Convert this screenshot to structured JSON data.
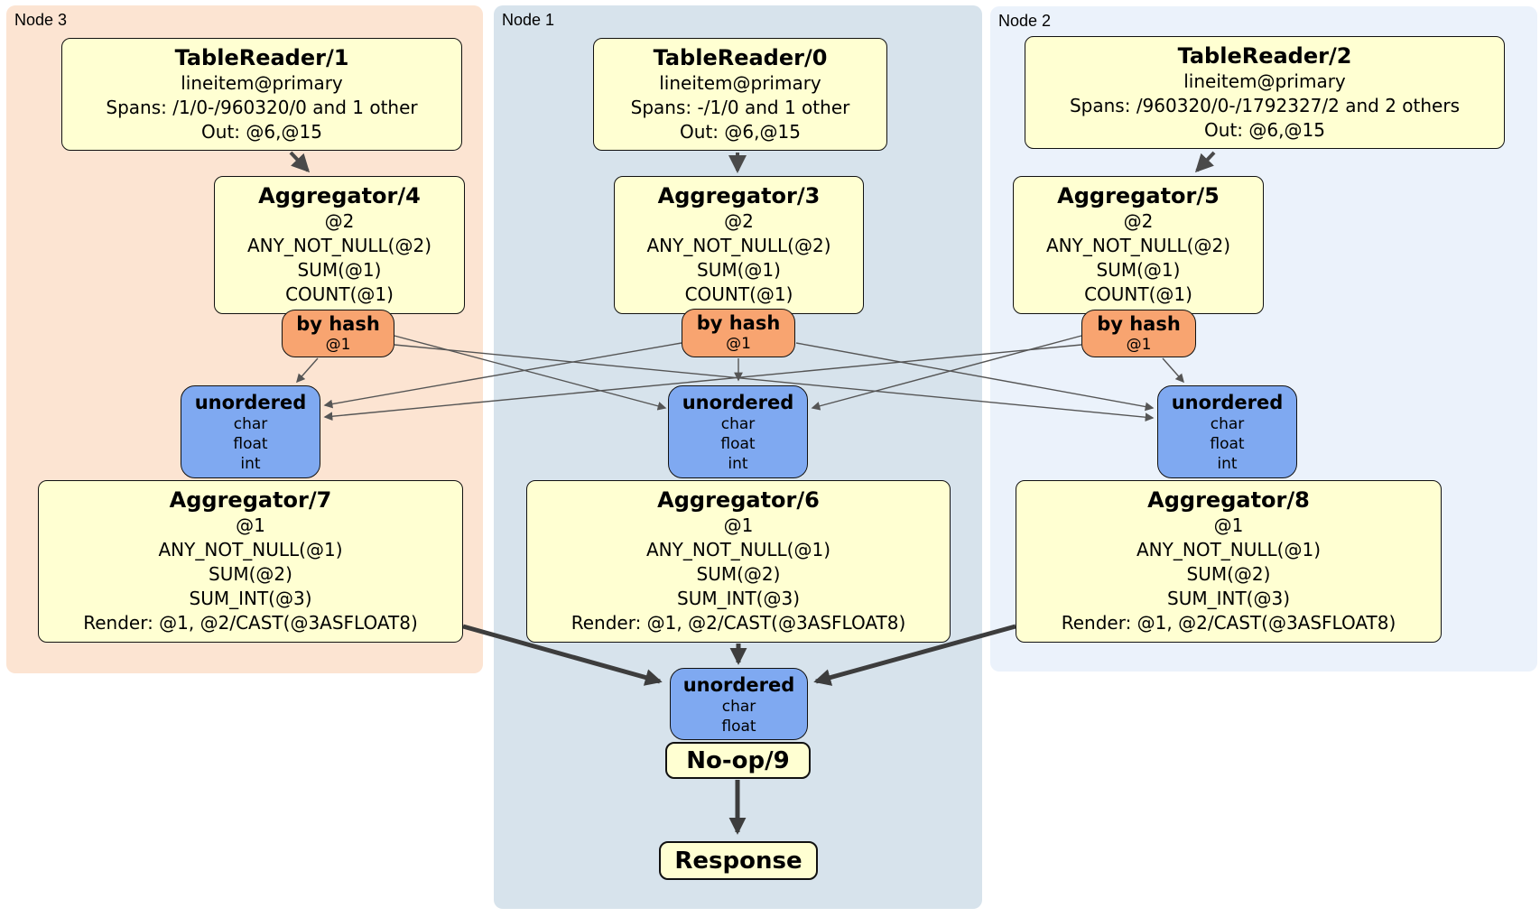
{
  "colors": {
    "node3_bg": "#fce4d2",
    "node1_bg": "#d7e3ec",
    "node2_bg": "#ebf2fb",
    "processor_fill": "#ffffd2",
    "router_fill": "#f8a470",
    "sync_fill": "#7fa9f1",
    "box_border": "#111111",
    "edge_thin": "#555555",
    "edge_medium": "#4a4a4a",
    "edge_thick": "#3d3d3d"
  },
  "nodes": [
    {
      "label": "Node 3",
      "table_reader": {
        "title": "TableReader/1",
        "lines": [
          "lineitem@primary",
          "Spans: /1/0-/960320/0 and 1 other",
          "Out: @6,@15"
        ]
      },
      "aggregator_top": {
        "title": "Aggregator/4",
        "lines": [
          "@2",
          "ANY_NOT_NULL(@2)",
          "SUM(@1)",
          "COUNT(@1)"
        ]
      },
      "router": {
        "title": "by hash",
        "detail": "@1"
      },
      "sync": {
        "title": "unordered",
        "streams": [
          "char",
          "float",
          "int"
        ]
      },
      "aggregator_bottom": {
        "title": "Aggregator/7",
        "lines": [
          "@1",
          "ANY_NOT_NULL(@1)",
          "SUM(@2)",
          "SUM_INT(@3)",
          "Render: @1, @2/CAST(@3ASFLOAT8)"
        ]
      }
    },
    {
      "label": "Node 1",
      "table_reader": {
        "title": "TableReader/0",
        "lines": [
          "lineitem@primary",
          "Spans: -/1/0 and 1 other",
          "Out: @6,@15"
        ]
      },
      "aggregator_top": {
        "title": "Aggregator/3",
        "lines": [
          "@2",
          "ANY_NOT_NULL(@2)",
          "SUM(@1)",
          "COUNT(@1)"
        ]
      },
      "router": {
        "title": "by hash",
        "detail": "@1"
      },
      "sync": {
        "title": "unordered",
        "streams": [
          "char",
          "float",
          "int"
        ]
      },
      "aggregator_bottom": {
        "title": "Aggregator/6",
        "lines": [
          "@1",
          "ANY_NOT_NULL(@1)",
          "SUM(@2)",
          "SUM_INT(@3)",
          "Render: @1, @2/CAST(@3ASFLOAT8)"
        ]
      }
    },
    {
      "label": "Node 2",
      "table_reader": {
        "title": "TableReader/2",
        "lines": [
          "lineitem@primary",
          "Spans: /960320/0-/1792327/2 and 2 others",
          "Out: @6,@15"
        ]
      },
      "aggregator_top": {
        "title": "Aggregator/5",
        "lines": [
          "@2",
          "ANY_NOT_NULL(@2)",
          "SUM(@1)",
          "COUNT(@1)"
        ]
      },
      "router": {
        "title": "by hash",
        "detail": "@1"
      },
      "sync": {
        "title": "unordered",
        "streams": [
          "char",
          "float",
          "int"
        ]
      },
      "aggregator_bottom": {
        "title": "Aggregator/8",
        "lines": [
          "@1",
          "ANY_NOT_NULL(@1)",
          "SUM(@2)",
          "SUM_INT(@3)",
          "Render: @1, @2/CAST(@3ASFLOAT8)"
        ]
      }
    }
  ],
  "final_stage": {
    "sync": {
      "title": "unordered",
      "streams": [
        "char",
        "float"
      ]
    },
    "noop_label": "No-op/9",
    "response_label": "Response"
  }
}
